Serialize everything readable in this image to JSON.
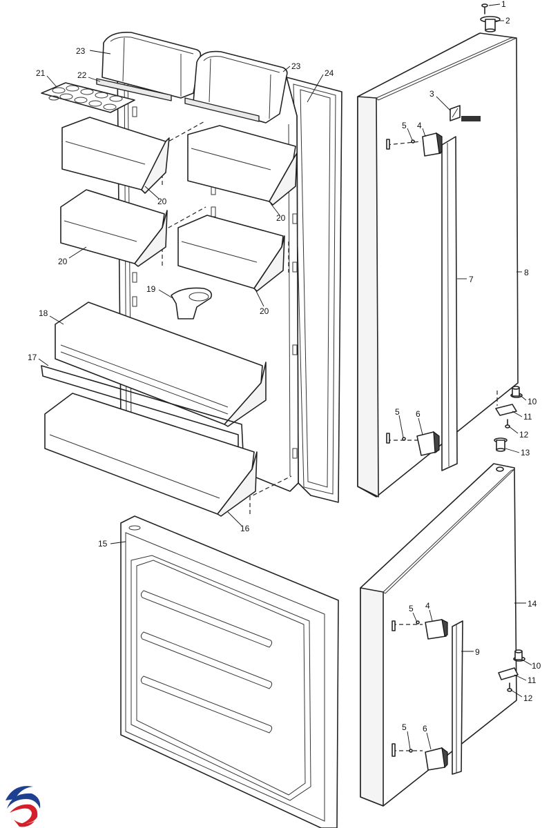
{
  "callouts": [
    {
      "id": "c1",
      "text": "1"
    },
    {
      "id": "c2",
      "text": "2"
    },
    {
      "id": "c3",
      "text": "3"
    },
    {
      "id": "c4a",
      "text": "4"
    },
    {
      "id": "c5a",
      "text": "5"
    },
    {
      "id": "c7",
      "text": "7"
    },
    {
      "id": "c8",
      "text": "8"
    },
    {
      "id": "c5b",
      "text": "5"
    },
    {
      "id": "c6a",
      "text": "6"
    },
    {
      "id": "c10a",
      "text": "10"
    },
    {
      "id": "c11a",
      "text": "11"
    },
    {
      "id": "c12a",
      "text": "12"
    },
    {
      "id": "c13",
      "text": "13"
    },
    {
      "id": "c14",
      "text": "14"
    },
    {
      "id": "c5c",
      "text": "5"
    },
    {
      "id": "c4b",
      "text": "4"
    },
    {
      "id": "c9",
      "text": "9"
    },
    {
      "id": "c10b",
      "text": "10"
    },
    {
      "id": "c11b",
      "text": "11"
    },
    {
      "id": "c12b",
      "text": "12"
    },
    {
      "id": "c5d",
      "text": "5"
    },
    {
      "id": "c6b",
      "text": "6"
    },
    {
      "id": "c23a",
      "text": "23"
    },
    {
      "id": "c23b",
      "text": "23"
    },
    {
      "id": "c24",
      "text": "24"
    },
    {
      "id": "c21",
      "text": "21"
    },
    {
      "id": "c22",
      "text": "22"
    },
    {
      "id": "c20a",
      "text": "20"
    },
    {
      "id": "c20b",
      "text": "20"
    },
    {
      "id": "c20c",
      "text": "20"
    },
    {
      "id": "c20d",
      "text": "20"
    },
    {
      "id": "c19",
      "text": "19"
    },
    {
      "id": "c18",
      "text": "18"
    },
    {
      "id": "c17",
      "text": "17"
    },
    {
      "id": "c16",
      "text": "16"
    },
    {
      "id": "c15",
      "text": "15"
    }
  ],
  "colors": {
    "line": "#222222",
    "logo_blue": "#1f3f8f",
    "logo_red": "#d4202a"
  },
  "icons": {
    "logo": "swirl-logo-icon"
  }
}
